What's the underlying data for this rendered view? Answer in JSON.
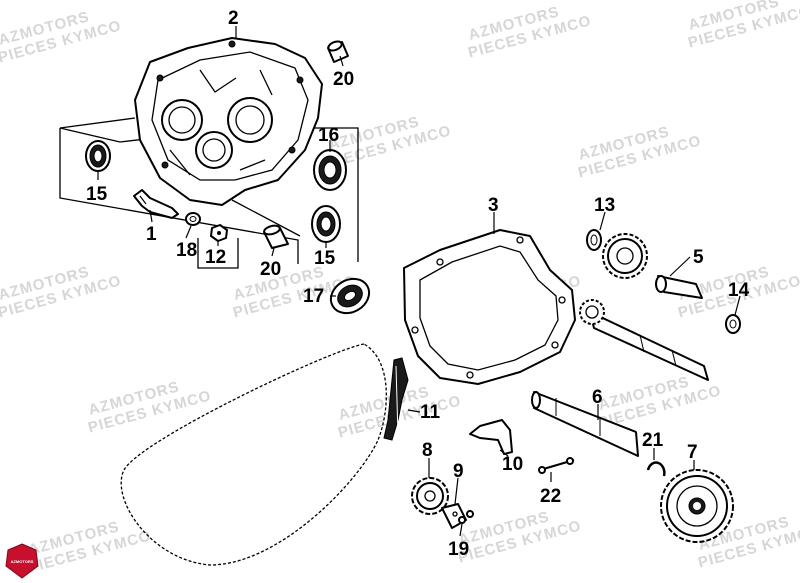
{
  "watermark": {
    "line1": "AZMOTORS",
    "line2": "PIECES KYMCO"
  },
  "logo": {
    "text": "AZMOTORS",
    "color": "#c8102e"
  },
  "callouts": [
    {
      "id": "c2",
      "label": "2"
    },
    {
      "id": "c20a",
      "label": "20"
    },
    {
      "id": "c16",
      "label": "16"
    },
    {
      "id": "c15a",
      "label": "15"
    },
    {
      "id": "c1",
      "label": "1"
    },
    {
      "id": "c18",
      "label": "18"
    },
    {
      "id": "c12",
      "label": "12"
    },
    {
      "id": "c20b",
      "label": "20"
    },
    {
      "id": "c15b",
      "label": "15"
    },
    {
      "id": "c17",
      "label": "17"
    },
    {
      "id": "c3",
      "label": "3"
    },
    {
      "id": "c13",
      "label": "13"
    },
    {
      "id": "c5",
      "label": "5"
    },
    {
      "id": "c14",
      "label": "14"
    },
    {
      "id": "c11",
      "label": "11"
    },
    {
      "id": "c6",
      "label": "6"
    },
    {
      "id": "c8",
      "label": "8"
    },
    {
      "id": "c9",
      "label": "9"
    },
    {
      "id": "c10",
      "label": "10"
    },
    {
      "id": "c21",
      "label": "21"
    },
    {
      "id": "c7",
      "label": "7"
    },
    {
      "id": "c22",
      "label": "22"
    },
    {
      "id": "c19",
      "label": "19"
    }
  ]
}
